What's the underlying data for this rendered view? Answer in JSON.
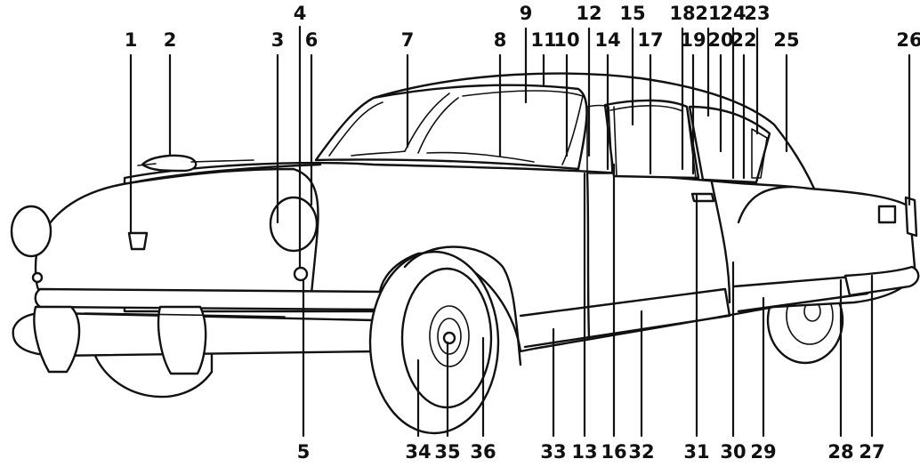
{
  "diagram": {
    "labels": [
      "1",
      "2",
      "3",
      "4",
      "5",
      "6",
      "7",
      "8",
      "9",
      "10",
      "11",
      "12",
      "13",
      "14",
      "15",
      "16",
      "17",
      "18",
      "19",
      "20",
      "21",
      "22",
      "23",
      "24",
      "25",
      "26",
      "27",
      "28",
      "29",
      "30",
      "31",
      "32",
      "33",
      "34",
      "35",
      "36"
    ]
  },
  "colors": {
    "ink": "#111111",
    "paper": "#ffffff"
  }
}
